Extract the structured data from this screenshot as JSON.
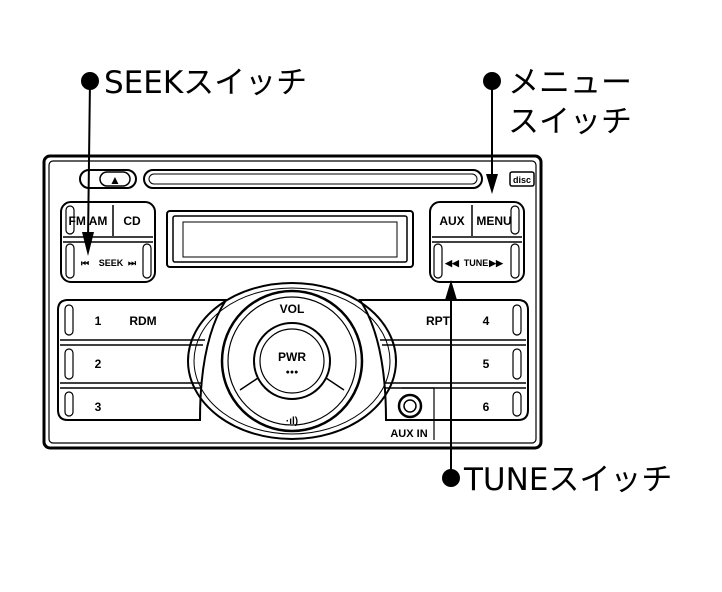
{
  "callouts": {
    "seek": "SEEKスイッチ",
    "menu_line1": "メニュー",
    "menu_line2": "スイッチ",
    "tune": "TUNEスイッチ"
  },
  "radio": {
    "eject_symbol": "▲",
    "disc_logo": "disc",
    "buttons": {
      "fm_am": "FM AM",
      "cd": "CD",
      "aux": "AUX",
      "menu": "MENU",
      "seek": "SEEK",
      "tune": "TUNE",
      "rdm": "RDM",
      "rpt": "RPT",
      "vol": "VOL",
      "pwr": "PWR",
      "pwr_dots": "●●●",
      "sound": "·ıl)",
      "aux_in": "AUX IN"
    },
    "presets_left": [
      "1",
      "2",
      "3"
    ],
    "presets_right": [
      "4",
      "5",
      "6"
    ]
  }
}
